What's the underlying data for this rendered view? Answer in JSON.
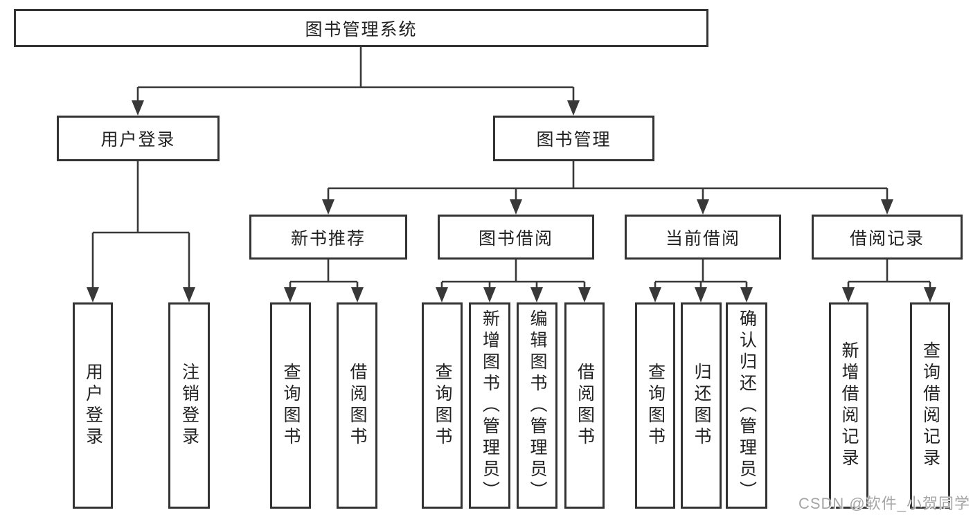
{
  "watermark": "CSDN @软件_小贺同学",
  "colors": {
    "line": "#383838",
    "box_border": "#333333",
    "text": "#222222",
    "watermark": "#a6a6a6",
    "background": "#ffffff"
  },
  "tree": {
    "root": {
      "label": "图书管理系统",
      "children": [
        {
          "label": "用户登录",
          "children": [
            {
              "label": "用户登录"
            },
            {
              "label": "注销登录"
            }
          ]
        },
        {
          "label": "图书管理",
          "children": [
            {
              "label": "新书推荐",
              "children": [
                {
                  "label": "查询图书"
                },
                {
                  "label": "借阅图书"
                }
              ]
            },
            {
              "label": "图书借阅",
              "children": [
                {
                  "label": "查询图书"
                },
                {
                  "label": "新增图书（管理员）"
                },
                {
                  "label": "编辑图书（管理员）"
                },
                {
                  "label": "借阅图书"
                }
              ]
            },
            {
              "label": "当前借阅",
              "children": [
                {
                  "label": "查询图书"
                },
                {
                  "label": "归还图书"
                },
                {
                  "label": "确认归还（管理员）"
                }
              ]
            },
            {
              "label": "借阅记录",
              "children": [
                {
                  "label": "新增借阅记录"
                },
                {
                  "label": "查询借阅记录"
                }
              ]
            }
          ]
        }
      ]
    }
  }
}
